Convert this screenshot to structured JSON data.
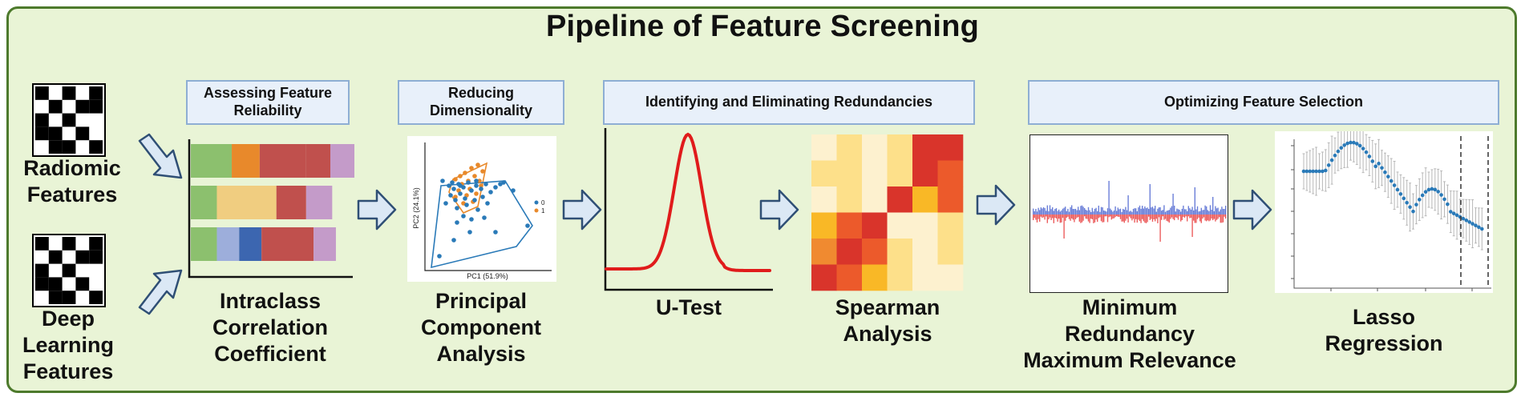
{
  "title": "Pipeline of Feature Screening",
  "inputs": [
    {
      "label": "Radiomic\nFeatures"
    },
    {
      "label": "Deep\nLearning\nFeatures"
    }
  ],
  "stages": [
    {
      "step": "Assessing Feature\nReliability",
      "method": "Intraclass\nCorrelation\nCoefficient"
    },
    {
      "step": "Reducing\nDimensionality",
      "method": "Principal\nComponent\nAnalysis"
    },
    {
      "step": "Identifying and Eliminating Redundancies",
      "methods": [
        "U-Test",
        "Spearman\nAnalysis"
      ]
    },
    {
      "step": "Optimizing  Feature Selection",
      "methods": [
        "Minimum\nRedundancy\nMaximum Relevance",
        "Lasso\nRegression"
      ]
    }
  ],
  "pca_plot": {
    "xlabel": "PC1 (51.9%)",
    "ylabel": "PC2 (24.1%)",
    "legend": [
      "0",
      "1"
    ],
    "colors": {
      "class0": "#2a7ab8",
      "class1": "#e8892b"
    }
  },
  "colors": {
    "frame_border": "#4d7a2c",
    "frame_fill": "#e9f4d6",
    "arrow_fill": "#dbe8f5",
    "arrow_stroke": "#2f4f75",
    "step_fill": "#e8f0fa",
    "step_border": "#8eaed4",
    "icc_palette": [
      "#8cc06e",
      "#e8892b",
      "#c0504d",
      "#c49bc9",
      "#f0cd80",
      "#9daedb",
      "#3c66b0"
    ],
    "utest_curve": "#e01b1b",
    "spearman_palette": [
      "#fdf1cf",
      "#fde08a",
      "#f9b826",
      "#f08a30",
      "#ec5a2b",
      "#d9342b"
    ],
    "mrmr_up": "#6b7fd8",
    "mrmr_down": "#ec5e5e",
    "lasso_point": "#2a7ab8"
  },
  "icons": [
    "checkerboard-icon",
    "arrow-right-icon",
    "arrow-diagonal-icon"
  ]
}
